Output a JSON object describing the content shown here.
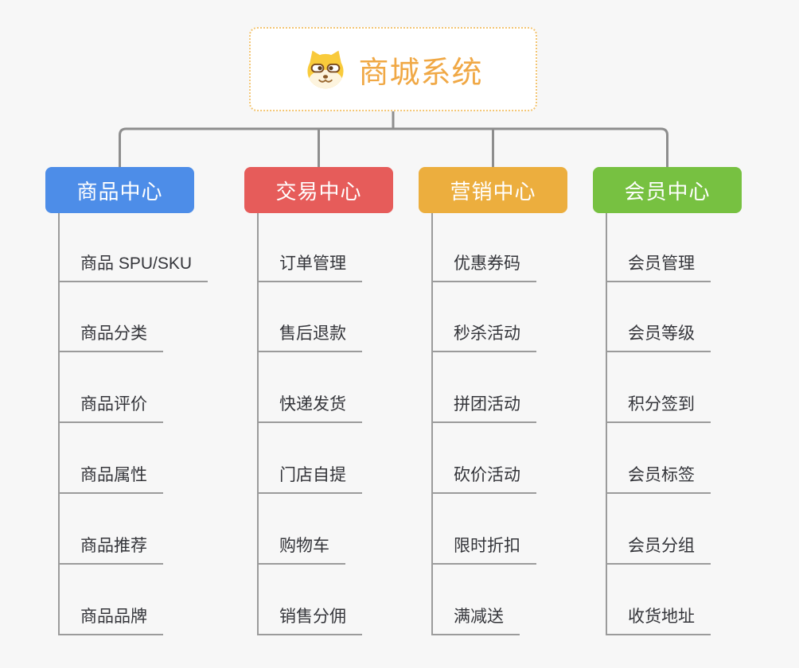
{
  "root": {
    "title": "商城系统",
    "icon": "shiba-dog-icon",
    "accent_color": "#F0A845",
    "border_color": "#F3C573"
  },
  "canvas": {
    "background_color": "#F7F7F7",
    "connector_color": "#8E8E8E",
    "leaf_line_color": "#9B9B9B",
    "leaf_text_color": "#34353A"
  },
  "branches": [
    {
      "label": "商品中心",
      "color": "#4D8DE8",
      "children": [
        "商品 SPU/SKU",
        "商品分类",
        "商品评价",
        "商品属性",
        "商品推荐",
        "商品品牌"
      ]
    },
    {
      "label": "交易中心",
      "color": "#E65C5A",
      "children": [
        "订单管理",
        "售后退款",
        "快递发货",
        "门店自提",
        "购物车",
        "销售分佣"
      ]
    },
    {
      "label": "营销中心",
      "color": "#ECAE3E",
      "children": [
        "优惠券码",
        "秒杀活动",
        "拼团活动",
        "砍价活动",
        "限时折扣",
        "满减送"
      ]
    },
    {
      "label": "会员中心",
      "color": "#77C141",
      "children": [
        "会员管理",
        "会员等级",
        "积分签到",
        "会员标签",
        "会员分组",
        "收货地址"
      ]
    }
  ]
}
